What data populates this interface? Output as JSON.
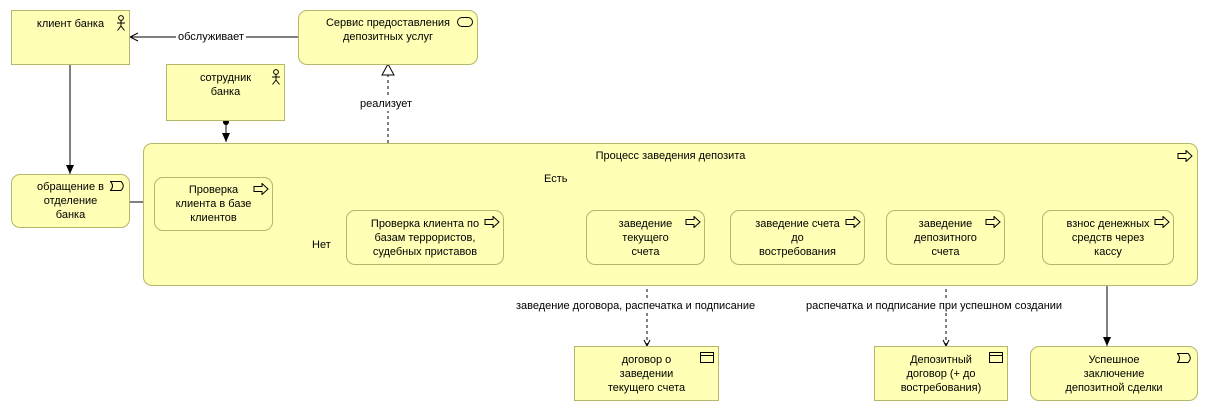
{
  "elements": {
    "client": "клиент банка",
    "service": "Сервис предоставления\nдепозитных услуг",
    "employee": "сотрудник\nбанка",
    "request": "обращение в\nотделение\nбанка",
    "process_group": "Процесс заведения депозита",
    "check_base": "Проверка\nклиента в базе\nклиентов",
    "check_terror": "Проверка клиента по\nбазам террористов,\nсудебных приставов",
    "current_account": "заведение\nтекущего\nсчета",
    "demand_account": "заведение счета\nдо\nвостребования",
    "deposit_account": "заведение\nдепозитного\nсчета",
    "cash_deposit": "взнос денежных\nсредств через\nкассу",
    "contract_current": "договор о\nзаведении\nтекущего счета",
    "contract_deposit": "Депозитный\nдоговор (+ до\nвостребования)",
    "success": "Успешное\nзаключение\nдепозитной сделки"
  },
  "edges": {
    "serves": "обслуживает",
    "realizes": "реализует",
    "yes": "Есть",
    "no": "Нет",
    "contract_note": "заведение договора, распечатка и подписание",
    "print_note": "распечатка и подписание при успешном создании"
  },
  "colors": {
    "fill": "#ffffb5",
    "border": "#b7b76a",
    "line": "#000000"
  }
}
